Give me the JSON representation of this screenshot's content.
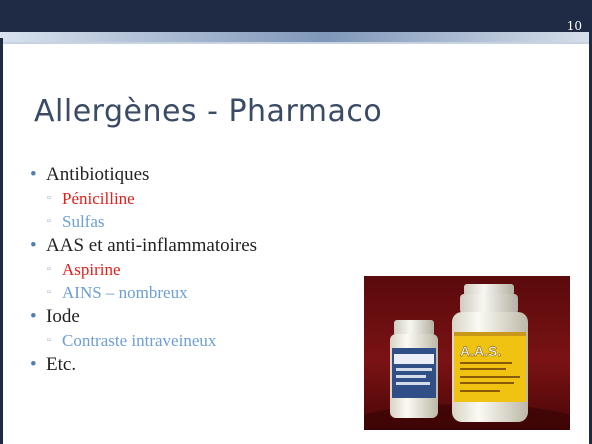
{
  "slide": {
    "number": "10",
    "title": "Allergènes - Pharmaco"
  },
  "bullets": [
    {
      "level": 1,
      "text": "Antibiotiques"
    },
    {
      "level": 2,
      "text": "Pénicilline",
      "color": "#e0201b"
    },
    {
      "level": 2,
      "text": "Sulfas"
    },
    {
      "level": 1,
      "text": "AAS et anti-inflammatoires"
    },
    {
      "level": 2,
      "text": "Aspirine",
      "color": "#e0201b"
    },
    {
      "level": 2,
      "text": "AINS – nombreux"
    },
    {
      "level": 1,
      "text": "Iode"
    },
    {
      "level": 2,
      "text": "Contraste intraveineux"
    },
    {
      "level": 1,
      "text": "Etc."
    }
  ],
  "theme": {
    "header_dark": "#1f2b44",
    "title_color": "#3a4b66",
    "sub_bullet_blue": "#6d9ed4",
    "highlight_red": "#e0201b"
  },
  "photo": {
    "large_label": "A.A.S."
  }
}
